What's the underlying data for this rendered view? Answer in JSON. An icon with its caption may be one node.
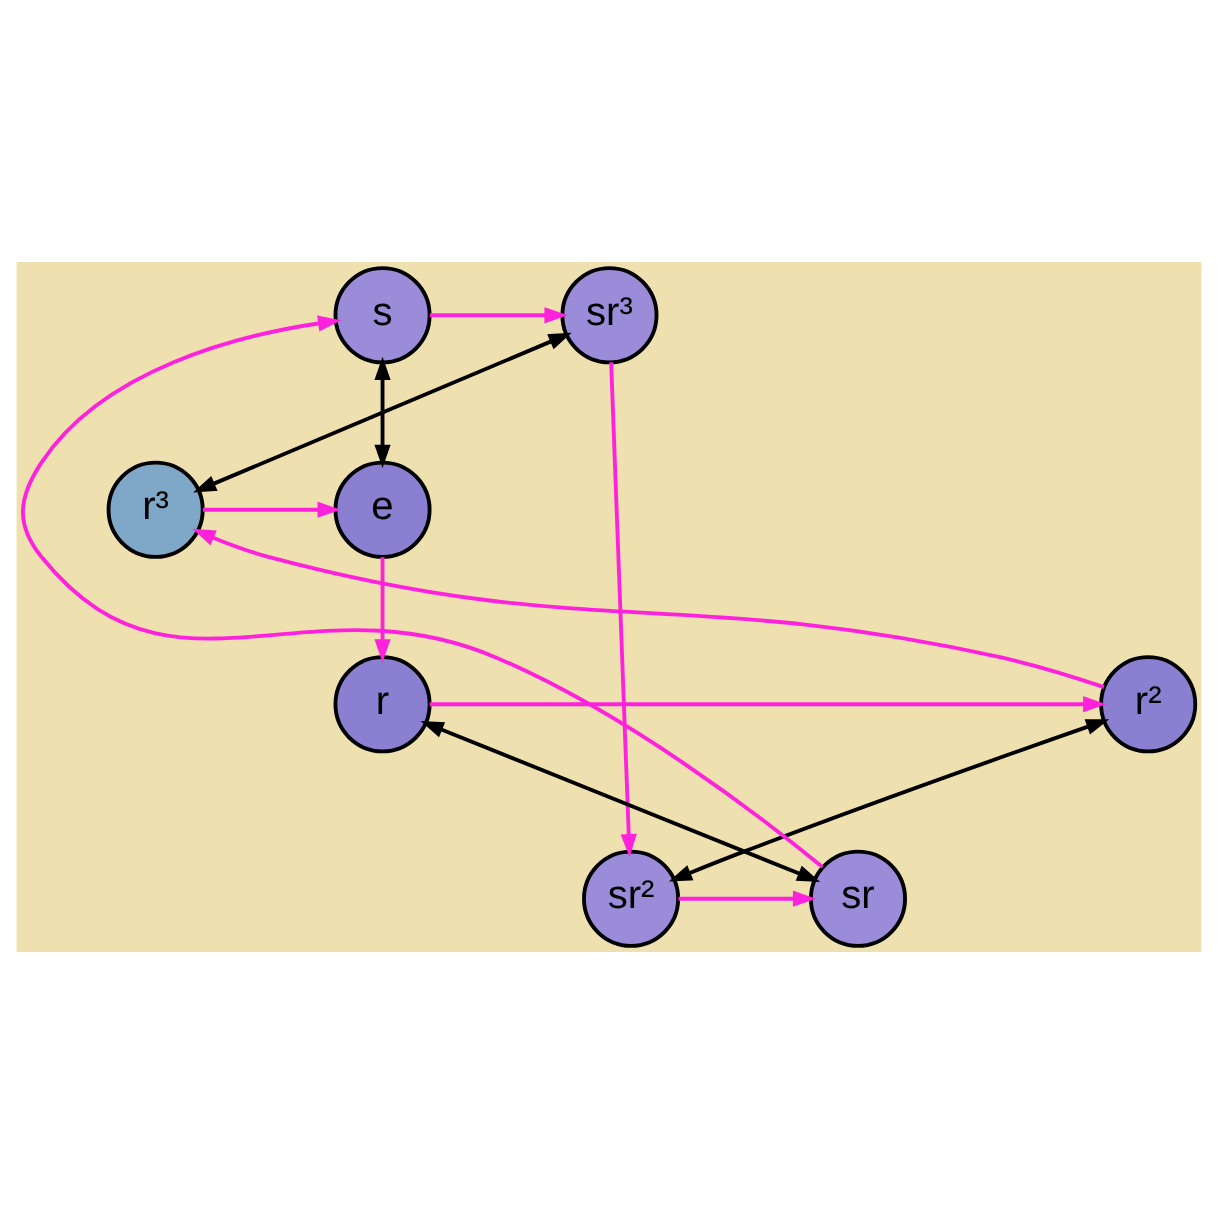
{
  "diagram": {
    "nodes": [
      {
        "text": [
          "s"
        ]
      },
      {
        "text": [
          "sr³"
        ]
      },
      {
        "text": [
          "e"
        ]
      },
      {
        "text": [
          "r³"
        ]
      },
      {
        "text": [
          "r"
        ]
      },
      {
        "text": [
          "r²"
        ]
      },
      {
        "text": [
          "sr"
        ]
      },
      {
        "text": [
          "sr²"
        ]
      }
    ],
    "edges": [
      {
        "from": 0,
        "to": 1,
        "arrow": "to"
      },
      {
        "from": 1,
        "to": 7,
        "arrow": "to"
      },
      {
        "from": 7,
        "to": 6,
        "arrow": "to"
      },
      {
        "from": 6,
        "to": 0,
        "arrow": "to"
      },
      {
        "from": 3,
        "to": 2,
        "arrow": "to"
      },
      {
        "from": 2,
        "to": 4,
        "arrow": "to"
      },
      {
        "from": 4,
        "to": 5,
        "arrow": "to"
      },
      {
        "from": 5,
        "to": 3,
        "arrow": "to"
      },
      {
        "from": 0,
        "to": 2,
        "arrow": "both",
        "color": "#000000"
      },
      {
        "from": 1,
        "to": 3,
        "arrow": "both",
        "color": "#000000"
      },
      {
        "from": 4,
        "to": 6,
        "arrow": "both",
        "color": "#000000"
      },
      {
        "from": 5,
        "to": 7,
        "arrow": "both",
        "color": "#000000"
      }
    ]
  }
}
